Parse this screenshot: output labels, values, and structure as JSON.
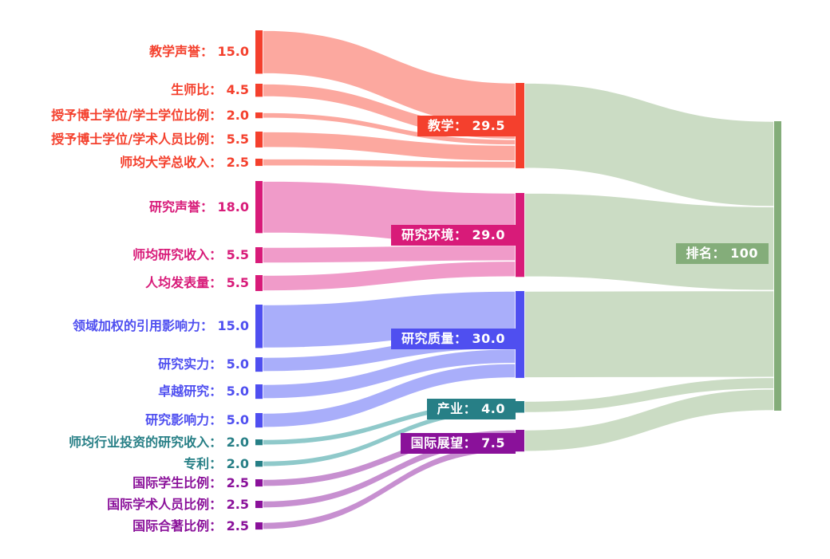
{
  "chart_data": {
    "type": "sankey",
    "title": "",
    "legend": null,
    "grid": false,
    "target": {
      "label": "排名",
      "value": 100,
      "value_text": "100",
      "node_color": "#84ad7a",
      "flow_color": "#cbdcc4"
    },
    "categories": [
      {
        "label": "教学",
        "value": 29.5,
        "value_text": "29.5",
        "node_color": "#f4402d",
        "flow_color": "#fca89f",
        "sources": [
          {
            "label": "教学声誉",
            "value": 15,
            "value_text": "15.0"
          },
          {
            "label": "生师比",
            "value": 4.5,
            "value_text": "4.5"
          },
          {
            "label": "授予博士学位/学士学位比例",
            "value": 2,
            "value_text": "2.0"
          },
          {
            "label": "授予博士学位/学术人员比例",
            "value": 5.5,
            "value_text": "5.5"
          },
          {
            "label": "师均大学总收入",
            "value": 2.5,
            "value_text": "2.5"
          }
        ]
      },
      {
        "label": "研究环境",
        "value": 29,
        "value_text": "29.0",
        "node_color": "#d81b79",
        "flow_color": "#f09bc9",
        "sources": [
          {
            "label": "研究声誉",
            "value": 18,
            "value_text": "18.0"
          },
          {
            "label": "师均研究收入",
            "value": 5.5,
            "value_text": "5.5"
          },
          {
            "label": "人均发表量",
            "value": 5.5,
            "value_text": "5.5"
          }
        ]
      },
      {
        "label": "研究质量",
        "value": 30,
        "value_text": "30.0",
        "node_color": "#4f4ff0",
        "flow_color": "#a9aefa",
        "sources": [
          {
            "label": "领域加权的引用影响力",
            "value": 15,
            "value_text": "15.0"
          },
          {
            "label": "研究实力",
            "value": 5,
            "value_text": "5.0"
          },
          {
            "label": "卓越研究",
            "value": 5,
            "value_text": "5.0"
          },
          {
            "label": "研究影响力",
            "value": 5,
            "value_text": "5.0"
          }
        ]
      },
      {
        "label": "产业",
        "value": 4,
        "value_text": "4.0",
        "node_color": "#277f86",
        "flow_color": "#8fc9ca",
        "sources": [
          {
            "label": "师均行业投资的研究收入",
            "value": 2,
            "value_text": "2.0"
          },
          {
            "label": "专利",
            "value": 2,
            "value_text": "2.0"
          }
        ]
      },
      {
        "label": "国际展望",
        "value": 7.5,
        "value_text": "7.5",
        "node_color": "#8a119a",
        "flow_color": "#c78fd0",
        "sources": [
          {
            "label": "国际学生比例",
            "value": 2.5,
            "value_text": "2.5"
          },
          {
            "label": "国际学术人员比例",
            "value": 2.5,
            "value_text": "2.5"
          },
          {
            "label": "国际合著比例",
            "value": 2.5,
            "value_text": "2.5"
          }
        ]
      }
    ]
  }
}
